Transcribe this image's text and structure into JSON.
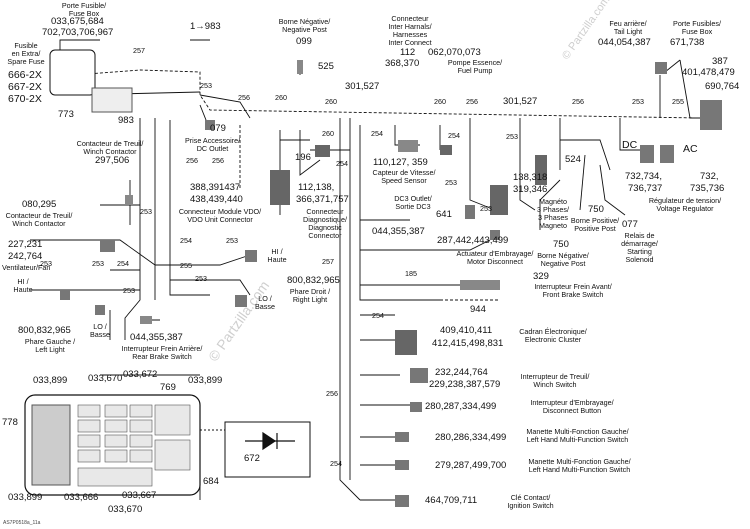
{
  "wires": {
    "w257a": "257",
    "w253a": "253",
    "w260a": "260",
    "w260b": "260",
    "w260c": "260",
    "w256a": "256",
    "w256b": "256",
    "w256c": "256",
    "w253b": "253",
    "w255a": "255",
    "w254a": "254",
    "w254b": "254",
    "w254c": "254",
    "w254d": "254",
    "w254e": "254",
    "w253c": "253",
    "w253d": "253",
    "w253e": "253",
    "w253f": "253",
    "w253g": "253",
    "w253h": "253",
    "w256d": "256",
    "w256e": "256",
    "w255b": "255",
    "w257b": "257",
    "w185": "185",
    "w254f": "254",
    "w254g": "254",
    "w253i": "253",
    "w256f": "256",
    "w253j": "253",
    "w253k": "253",
    "w260d": "260"
  },
  "refs": {
    "r983a": "1→983",
    "r983b": "983",
    "r099": "099",
    "r525": "525",
    "r079": "079",
    "r196": "196",
    "r641": "641",
    "r944": "944",
    "r329": "329",
    "r750a": "750",
    "r750b": "750",
    "r077": "077",
    "r773": "773",
    "r769": "769",
    "r778": "778",
    "r684": "684",
    "r672": "672",
    "r301a": "301,527",
    "r301b": "301,527",
    "r368": "368,370",
    "r110": "110,127, 359",
    "r387a": "387",
    "r387b": "401,478,479",
    "r690": "690,764",
    "r044a": "044,054,387",
    "r671": "671,738",
    "r062": "062,070,073",
    "r138": "138,318",
    "r319": "319,346",
    "r732a": "732,734,",
    "r736": "736,737",
    "r732b": "732,",
    "r735": "735,736",
    "r297": "297,506",
    "r080": "080,295",
    "r227": "227,231",
    "r242": "242,764",
    "r388": "388,391437",
    "r438": "438,439,440",
    "r112": "112,138,",
    "r366": "366,371,757",
    "r044b": "044,355,387",
    "r287": "287,442,443,499",
    "r800a": "800,832,965",
    "r800b": "800,832,965",
    "r044c": "044,355,387",
    "r409": "409,410,411",
    "r412": "412,415,498,831",
    "r232": "232,244,764",
    "r229": "229,238,387,579",
    "r280a": "280,287,334,499",
    "r280b": "280,286,334,499",
    "r279": "279,287,499,700",
    "r464": "464,709,711",
    "r033a": "033,899",
    "r033b": "033,670",
    "r033c": "033,672",
    "r033d": "033,899",
    "r033e": "033,899",
    "r033f": "033,666",
    "r033g": "033,667",
    "r033h": "033,670",
    "r666": "666-2X",
    "r667": "667-2X",
    "r670": "670-2X",
    "r033fb": "033,675,684",
    "r702": "702,703,706,967",
    "r112c": "112"
  },
  "labels": {
    "fuse_box_fr": "Porte Fusible/",
    "fuse_box_en": "Fuse Box",
    "spare_fr1": "Fusible",
    "spare_fr2": "en Extra/",
    "spare_en": "Spare Fuse",
    "neg_post_fr": "Borne Négative/",
    "neg_post_en": "Negative Post",
    "inter_h1": "Connecteur",
    "inter_h2": "Inter Harnals/",
    "inter_h3": "Harnesses",
    "inter_h4": "Inter Connect",
    "fuel_fr": "Pompe Essence/",
    "fuel_en": "Fuel Pump",
    "tail_fr": "Feu arrière/",
    "tail_en": "Tail Light",
    "fb2_fr": "Porte Fusibles/",
    "fb2_en": "Fuse Box",
    "acc_fr": "Prise Accessoire/",
    "acc_en": "DC Outlet",
    "winch_c_fr": "Contacteur de Treuil/",
    "winch_c_en": "Winch Contactor",
    "winch_c2_fr": "Contacteur de Treuil/",
    "winch_c2_en": "Winch Contactor",
    "speed_fr": "Capteur de Vitesse/",
    "speed_en": "Speed Sensor",
    "mag_fr": "Magnéto",
    "mag_fr2": "3 Phases/",
    "mag_en": "3 Phases",
    "mag_en2": "Magneto",
    "dc": "DC",
    "ac": "AC",
    "reg_fr": "Régulateur de tension/",
    "reg_en": "Voltage Regulator",
    "vdo_fr": "Connecteur Module VDO/",
    "vdo_en": "VDO Unit Connector",
    "diag_fr1": "Connecteur",
    "diag_fr2": "Diagnostique/",
    "diag_en1": "Diagnostic",
    "diag_en2": "Connector",
    "dc3_fr": "DC3 Outlet/",
    "dc3_en": "Sortie DC3",
    "fan_fr": "Ventilateur/Fan",
    "pos_fr": "Borne Positive/",
    "pos_en": "Positive Post",
    "start_fr1": "Relais de",
    "start_fr2": "démarrage/",
    "start_en1": "Starting",
    "start_en2": "Solenoid",
    "clutch_fr": "Actuateur d'Embrayage/",
    "clutch_en": "Motor Disconnect",
    "neg2_fr": "Borne Négative/",
    "neg2_en": "Negative Post",
    "hi": "HI /",
    "haute": "Haute",
    "hi2": "HI /",
    "haute2": "Haute",
    "lo": "LO /",
    "basse": "Basse",
    "lo2": "LO /",
    "basse2": "Basse",
    "phare_d_fr": "Phare Droit /",
    "phare_d_en": "Right Light",
    "phare_g_fr": "Phare Gauche /",
    "phare_g_en": "Left Light",
    "brake_fr": "Interrupteur Frein Avant/",
    "brake_en": "Front Brake Switch",
    "rbrake_fr": "Interrupteur Frein Arrière/",
    "rbrake_en": "Rear Brake Switch",
    "cadran_fr": "Cadran Électronique/",
    "cadran_en": "Electronic Cluster",
    "winch_s_fr": "Interrupteur de Treuil/",
    "winch_s_en": "Winch Switch",
    "disc_fr": "Interrupteur d'Embrayage/",
    "disc_en": "Disconnect Button",
    "lh_fr": "Manette Multi-Fonction Gauche/",
    "lh_en": "Left Hand Multi-Function Switch",
    "lh2_fr": "Manette Multi-Fonction Gauche/",
    "lh2_en": "Left Hand Multi-Function Switch",
    "key_fr": "Clé Contact/",
    "key_en": "Ignition Switch",
    "watermark1": "© Partzilla.com",
    "watermark2": "© Partzilla.com",
    "footer": "AS7P0518a_11a"
  }
}
